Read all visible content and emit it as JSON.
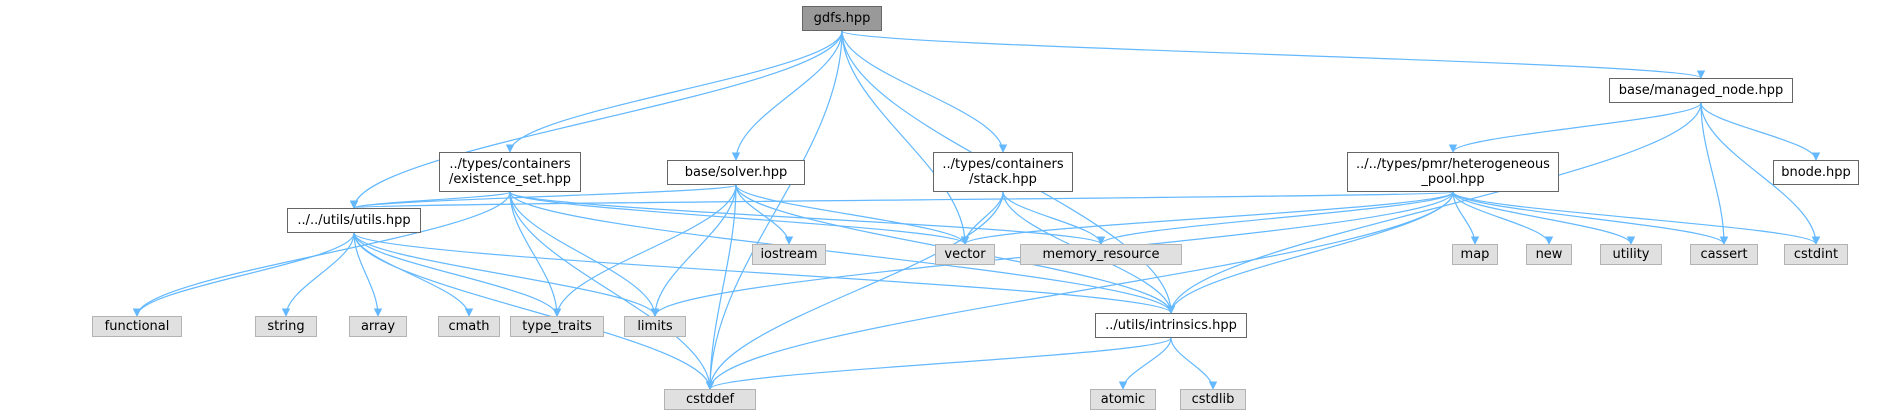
{
  "nodes": {
    "gdfs": {
      "text": "gdfs.hpp",
      "kind": "root"
    },
    "managed_node": {
      "text": "base/managed_node.hpp",
      "kind": "local"
    },
    "existence_set": {
      "text": "../types/containers\n/existence_set.hpp",
      "kind": "local"
    },
    "solver": {
      "text": "base/solver.hpp",
      "kind": "local"
    },
    "stack": {
      "text": "../types/containers\n/stack.hpp",
      "kind": "local"
    },
    "heterogeneous_pool": {
      "text": "../../types/pmr/heterogeneous\n_pool.hpp",
      "kind": "local"
    },
    "bnode": {
      "text": "bnode.hpp",
      "kind": "local"
    },
    "utils": {
      "text": "../../utils/utils.hpp",
      "kind": "local"
    },
    "intrinsics": {
      "text": "../utils/intrinsics.hpp",
      "kind": "local"
    },
    "iostream": {
      "text": "iostream",
      "kind": "system"
    },
    "vector": {
      "text": "vector",
      "kind": "system"
    },
    "memory_resource": {
      "text": "memory_resource",
      "kind": "system"
    },
    "map": {
      "text": "map",
      "kind": "system"
    },
    "new": {
      "text": "new",
      "kind": "system"
    },
    "utility": {
      "text": "utility",
      "kind": "system"
    },
    "cassert": {
      "text": "cassert",
      "kind": "system"
    },
    "cstdint": {
      "text": "cstdint",
      "kind": "system"
    },
    "functional": {
      "text": "functional",
      "kind": "system"
    },
    "string": {
      "text": "string",
      "kind": "system"
    },
    "array": {
      "text": "array",
      "kind": "system"
    },
    "cmath": {
      "text": "cmath",
      "kind": "system"
    },
    "type_traits": {
      "text": "type_traits",
      "kind": "system"
    },
    "limits": {
      "text": "limits",
      "kind": "system"
    },
    "cstddef": {
      "text": "cstddef",
      "kind": "system"
    },
    "atomic": {
      "text": "atomic",
      "kind": "system"
    },
    "cstdlib": {
      "text": "cstdlib",
      "kind": "system"
    }
  },
  "edges": [
    [
      "gdfs",
      "managed_node"
    ],
    [
      "gdfs",
      "existence_set"
    ],
    [
      "gdfs",
      "solver"
    ],
    [
      "gdfs",
      "stack"
    ],
    [
      "gdfs",
      "vector"
    ],
    [
      "gdfs",
      "utils"
    ],
    [
      "gdfs",
      "intrinsics"
    ],
    [
      "gdfs",
      "cstddef"
    ],
    [
      "managed_node",
      "heterogeneous_pool"
    ],
    [
      "managed_node",
      "bnode"
    ],
    [
      "managed_node",
      "cassert"
    ],
    [
      "managed_node",
      "cstdint"
    ],
    [
      "managed_node",
      "intrinsics"
    ],
    [
      "existence_set",
      "utils"
    ],
    [
      "existence_set",
      "functional"
    ],
    [
      "existence_set",
      "type_traits"
    ],
    [
      "existence_set",
      "limits"
    ],
    [
      "existence_set",
      "intrinsics"
    ],
    [
      "existence_set",
      "cstddef"
    ],
    [
      "existence_set",
      "vector"
    ],
    [
      "existence_set",
      "memory_resource"
    ],
    [
      "solver",
      "utils"
    ],
    [
      "solver",
      "iostream"
    ],
    [
      "solver",
      "vector"
    ],
    [
      "solver",
      "limits"
    ],
    [
      "solver",
      "type_traits"
    ],
    [
      "solver",
      "cstddef"
    ],
    [
      "solver",
      "intrinsics"
    ],
    [
      "stack",
      "vector"
    ],
    [
      "stack",
      "memory_resource"
    ],
    [
      "stack",
      "intrinsics"
    ],
    [
      "stack",
      "cstddef"
    ],
    [
      "heterogeneous_pool",
      "utils"
    ],
    [
      "heterogeneous_pool",
      "vector"
    ],
    [
      "heterogeneous_pool",
      "memory_resource"
    ],
    [
      "heterogeneous_pool",
      "map"
    ],
    [
      "heterogeneous_pool",
      "new"
    ],
    [
      "heterogeneous_pool",
      "utility"
    ],
    [
      "heterogeneous_pool",
      "cassert"
    ],
    [
      "heterogeneous_pool",
      "cstdint"
    ],
    [
      "heterogeneous_pool",
      "limits"
    ],
    [
      "heterogeneous_pool",
      "intrinsics"
    ],
    [
      "heterogeneous_pool",
      "cstddef"
    ],
    [
      "utils",
      "functional"
    ],
    [
      "utils",
      "string"
    ],
    [
      "utils",
      "array"
    ],
    [
      "utils",
      "cmath"
    ],
    [
      "utils",
      "type_traits"
    ],
    [
      "utils",
      "limits"
    ],
    [
      "utils",
      "cstddef"
    ],
    [
      "utils",
      "intrinsics"
    ],
    [
      "intrinsics",
      "cstddef"
    ],
    [
      "intrinsics",
      "atomic"
    ],
    [
      "intrinsics",
      "cstdlib"
    ]
  ],
  "colors": {
    "edge": "#63b8ff",
    "root_fill": "#999999",
    "local_fill": "#ffffff",
    "system_fill": "#e0e0e0",
    "border_dark": "#666666",
    "border_light": "#b3b3b3"
  }
}
